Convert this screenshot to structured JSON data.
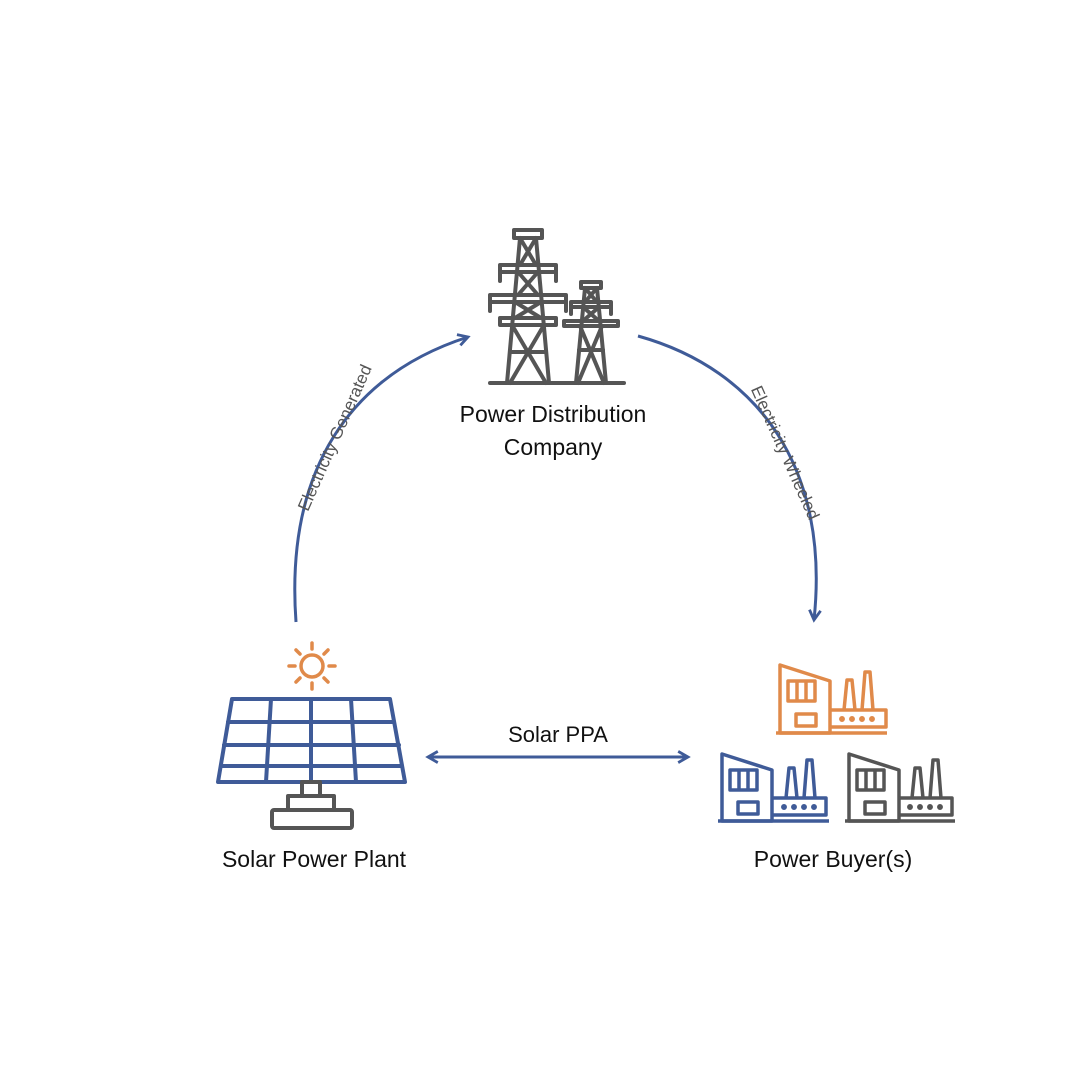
{
  "nodes": {
    "distribution": {
      "label_line1": "Power Distribution",
      "label_line2": "Company",
      "icon": "transmission-towers-icon"
    },
    "plant": {
      "label": "Solar Power Plant",
      "icon": "solar-panel-icon"
    },
    "buyers": {
      "label": "Power Buyer(s)",
      "icon": "factory-icon"
    }
  },
  "edges": {
    "generated": {
      "label": "Electricity Generated",
      "from": "plant",
      "to": "distribution"
    },
    "wheeled": {
      "label": "Electricity Wheeled",
      "from": "distribution",
      "to": "buyers"
    },
    "ppa": {
      "label": "Solar PPA",
      "between": [
        "plant",
        "buyers"
      ]
    }
  },
  "colors": {
    "arrow": "#3f5b98",
    "orange": "#e08a4a",
    "blue": "#3f5b98",
    "gray": "#555555"
  }
}
